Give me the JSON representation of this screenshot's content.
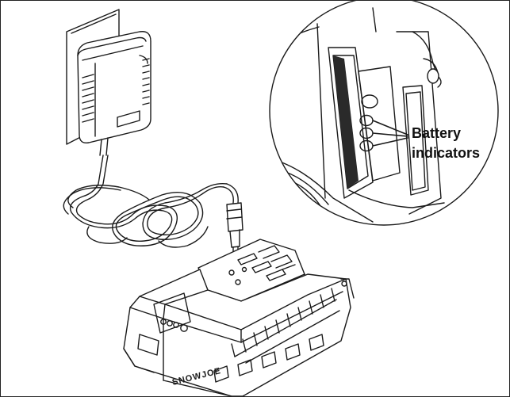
{
  "figure": {
    "callout": {
      "line1": "Battery",
      "line2": "indicators"
    },
    "battery_brand": "SNOWJOE",
    "ink_color": "#1a1a1a",
    "background_color": "#ffffff"
  }
}
